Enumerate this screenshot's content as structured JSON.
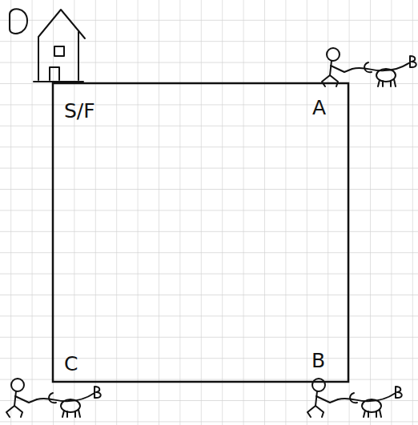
{
  "diagram": {
    "labels": [
      "S/F",
      "A",
      "B",
      "C"
    ]
  }
}
